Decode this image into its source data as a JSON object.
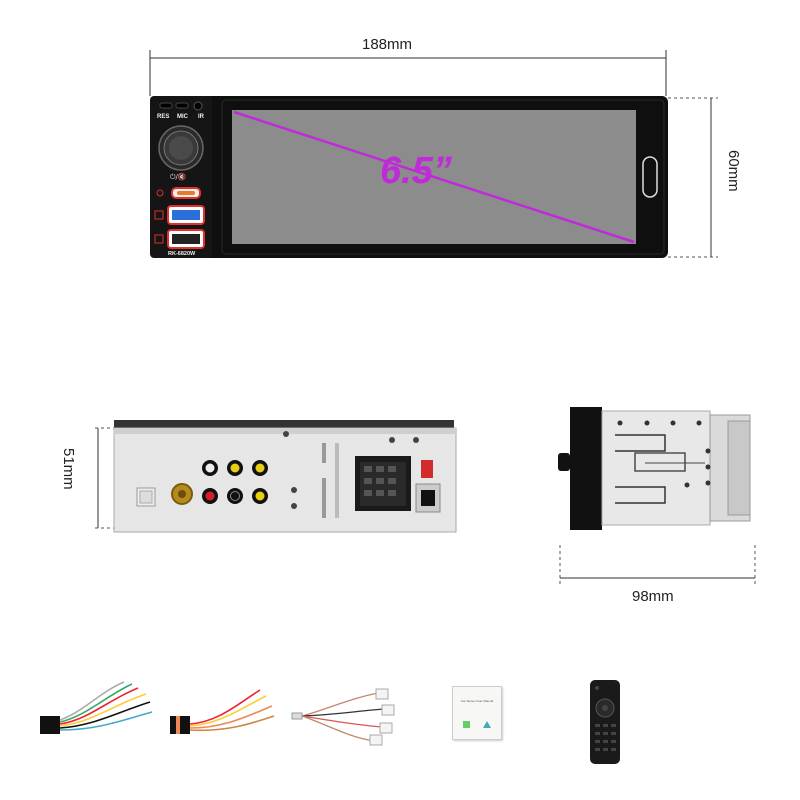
{
  "dimensions": {
    "width_label": "188mm",
    "height_label": "60mm",
    "back_height_label": "51mm",
    "depth_label": "98mm"
  },
  "front_panel": {
    "screen_size": "6.5”",
    "port_labels": [
      "RES",
      "MIC",
      "IR"
    ],
    "model": "RK-6820W"
  },
  "accessories": {
    "manual_title": "Car Stereo User Manual"
  },
  "colors": {
    "diagonal": "#c02bd9",
    "screen": "#8c8c8c",
    "bezel": "#111111",
    "usb_accent": "#e0312f",
    "usb_blue": "#2d6fd8"
  }
}
